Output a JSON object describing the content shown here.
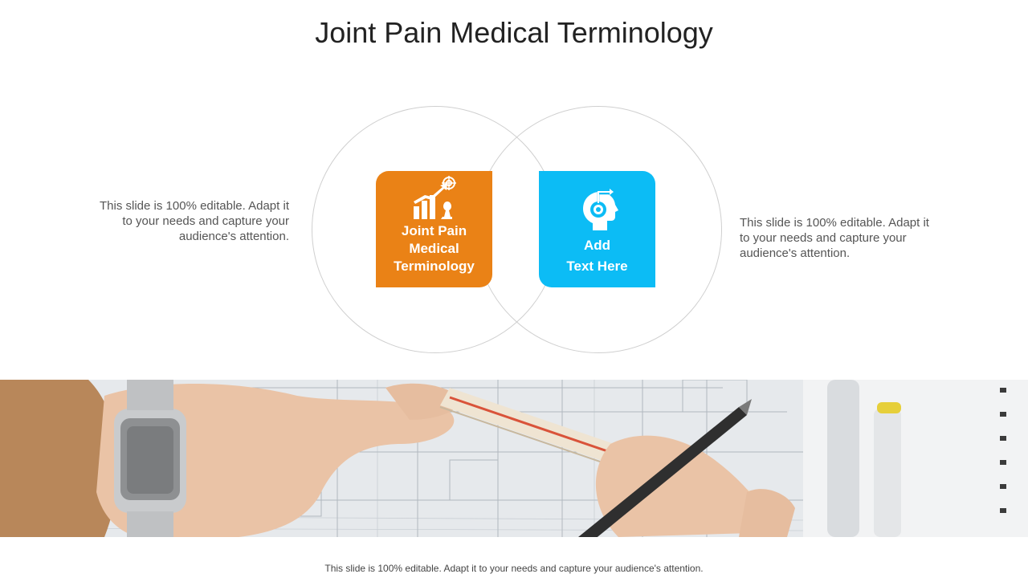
{
  "slide": {
    "title": "Joint Pain Medical Terminology",
    "left_text": "This slide is 100% editable. Adapt it to your needs and capture your audience's attention.",
    "right_text": "This slide is 100% editable. Adapt it to your needs and capture your audience's attention.",
    "footer": "This slide is 100% editable. Adapt it to your needs and capture your audience's attention."
  },
  "tiles": [
    {
      "label_lines": [
        "Joint Pain",
        "Medical",
        "Terminology"
      ],
      "icon": "growth-chart-chess-icon",
      "color": "#ea8216"
    },
    {
      "label_lines": [
        "Add",
        "Text Here"
      ],
      "icon": "head-gear-icon",
      "color": "#0cbcf5"
    }
  ],
  "photo": {
    "subject": "hands-ruler-pencil-blueprint-photo"
  },
  "colors": {
    "orange": "#ea8216",
    "blue": "#0cbcf5",
    "circle_stroke": "#cfcfcf",
    "title": "#222222",
    "body_text": "#555555"
  }
}
